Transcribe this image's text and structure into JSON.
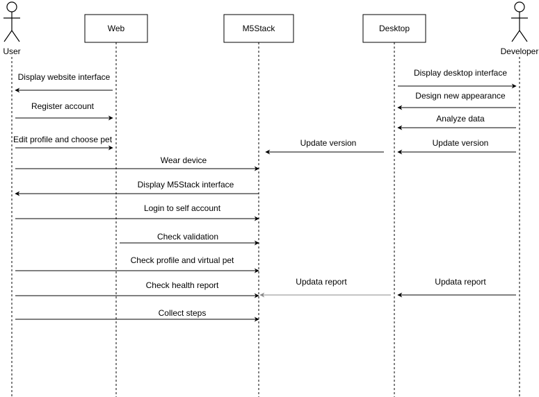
{
  "participants": [
    {
      "id": "user",
      "kind": "actor",
      "label": "User"
    },
    {
      "id": "web",
      "kind": "box",
      "label": "Web"
    },
    {
      "id": "m5",
      "kind": "box",
      "label": "M5Stack"
    },
    {
      "id": "desktop",
      "kind": "box",
      "label": "Desktop"
    },
    {
      "id": "dev",
      "kind": "actor",
      "label": "Developer"
    }
  ],
  "messages": [
    {
      "from": "web",
      "to": "user",
      "label": "Display website interface"
    },
    {
      "from": "user",
      "to": "web",
      "label": "Register account"
    },
    {
      "from": "user",
      "to": "web",
      "label": "Edit profile and choose pet"
    },
    {
      "from": "user",
      "to": "m5",
      "label": "Wear device"
    },
    {
      "from": "m5",
      "to": "user",
      "label": "Display M5Stack interface"
    },
    {
      "from": "user",
      "to": "m5",
      "label": "Login to self account"
    },
    {
      "from": "web",
      "to": "m5",
      "label": "Check validation"
    },
    {
      "from": "user",
      "to": "m5",
      "label": "Check profile and virtual pet"
    },
    {
      "from": "user",
      "to": "m5",
      "label": "Check health report"
    },
    {
      "from": "desktop",
      "to": "m5",
      "label": "Updata report",
      "color": "#888888"
    },
    {
      "from": "user",
      "to": "m5",
      "label": "Collect steps"
    },
    {
      "from": "desktop",
      "to": "dev",
      "label": "Display desktop interface"
    },
    {
      "from": "dev",
      "to": "desktop",
      "label": "Design new appearance"
    },
    {
      "from": "dev",
      "to": "desktop",
      "label": "Analyze data"
    },
    {
      "from": "dev",
      "to": "desktop",
      "label": "Update version"
    },
    {
      "from": "desktop",
      "to": "m5",
      "label": "Update version"
    },
    {
      "from": "dev",
      "to": "desktop",
      "label": "Updata report"
    }
  ]
}
